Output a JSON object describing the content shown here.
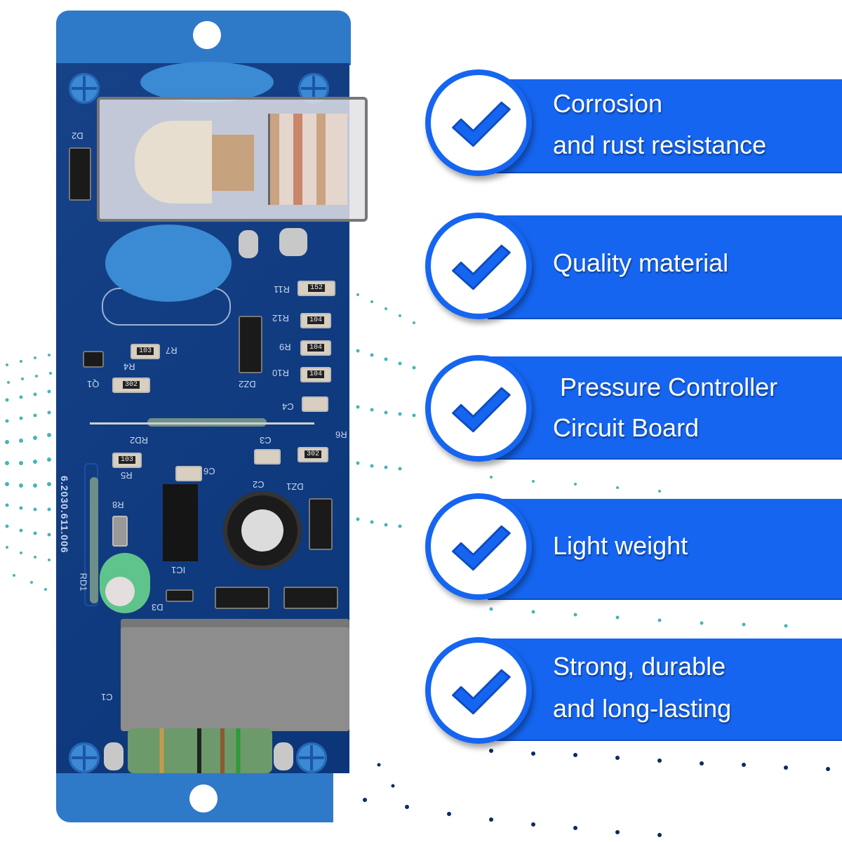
{
  "colors": {
    "banner_blue": "#1565f0",
    "pcb_dark_blue": "#0d3a83",
    "pcb_tab_blue": "#2f79c9",
    "dot_teal": "#1aa3a3",
    "text_white": "#ffffff"
  },
  "pcb": {
    "part_number": "6.2030.611.006",
    "labels": [
      "D2",
      "R11",
      "R12",
      "R9",
      "R10",
      "R7",
      "R4",
      "Q1",
      "DZ2",
      "C4",
      "RD2",
      "C3",
      "R6",
      "R5",
      "C6",
      "C2",
      "DZ1",
      "R8",
      "IC1",
      "RD1",
      "D3",
      "C1"
    ],
    "resistor_codes": {
      "R11": "152",
      "R12": "104",
      "R9": "104",
      "R10": "104",
      "R7": "103",
      "R4": "302",
      "R6": "302",
      "R5": "103"
    }
  },
  "features": [
    {
      "icon": "checkmark-icon",
      "line1": "Corrosion",
      "line2": "and rust resistance"
    },
    {
      "icon": "checkmark-icon",
      "line1": "Quality material",
      "line2": ""
    },
    {
      "icon": "checkmark-icon",
      "line1": " Pressure Controller",
      "line2": "Circuit Board"
    },
    {
      "icon": "checkmark-icon",
      "line1": "Light weight",
      "line2": ""
    },
    {
      "icon": "checkmark-icon",
      "line1": "Strong, durable",
      "line2": "and long-lasting"
    }
  ]
}
